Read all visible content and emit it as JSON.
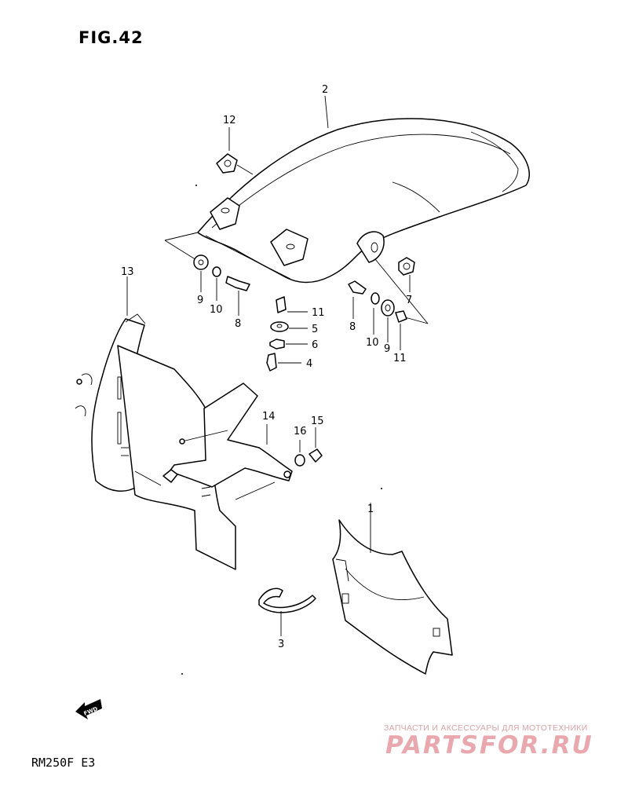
{
  "figure": {
    "title": "FIG.42",
    "model": "RM250F  E3"
  },
  "callouts": [
    {
      "id": "c1",
      "label": "1"
    },
    {
      "id": "c2",
      "label": "2"
    },
    {
      "id": "c3",
      "label": "3"
    },
    {
      "id": "c4",
      "label": "4"
    },
    {
      "id": "c5",
      "label": "5"
    },
    {
      "id": "c6",
      "label": "6"
    },
    {
      "id": "c7",
      "label": "7"
    },
    {
      "id": "c8a",
      "label": "8"
    },
    {
      "id": "c8b",
      "label": "8"
    },
    {
      "id": "c9a",
      "label": "9"
    },
    {
      "id": "c9b",
      "label": "9"
    },
    {
      "id": "c10a",
      "label": "10"
    },
    {
      "id": "c10b",
      "label": "10"
    },
    {
      "id": "c11a",
      "label": "11"
    },
    {
      "id": "c11b",
      "label": "11"
    },
    {
      "id": "c12",
      "label": "12"
    },
    {
      "id": "c13",
      "label": "13"
    },
    {
      "id": "c14",
      "label": "14"
    },
    {
      "id": "c15",
      "label": "15"
    },
    {
      "id": "c16",
      "label": "16"
    }
  ],
  "fwd_arrow": {
    "label": "FWD",
    "icon": "forward-arrow-icon"
  },
  "watermark": {
    "subtitle": "ЗАПЧАСТИ И АКСЕССУАРЫ ДЛЯ МОТОТЕХНИКИ",
    "logo": "PARTSFOR.RU",
    "color": "#e49aa0"
  }
}
